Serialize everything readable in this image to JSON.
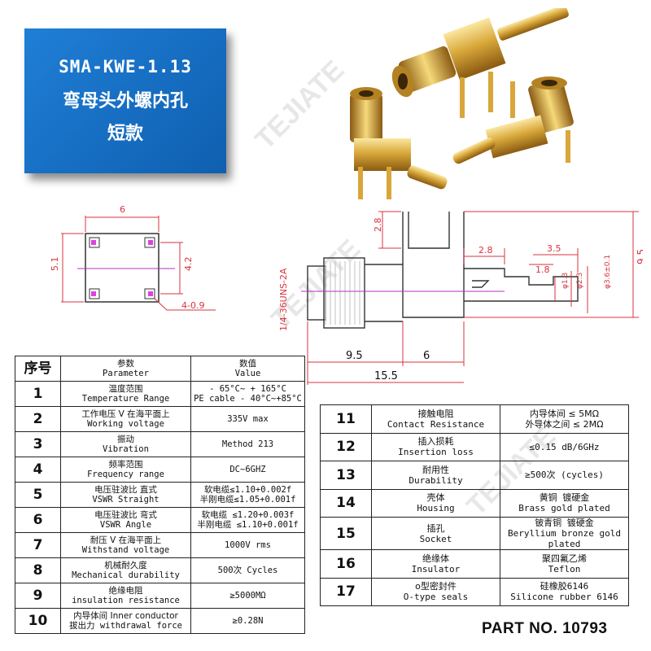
{
  "banner": {
    "line1": "SMA-KWE-1.13",
    "line2": "弯母头外螺内孔",
    "line3": "短款"
  },
  "watermark": "TEJIATE",
  "drawing_front": {
    "dim_width": "6",
    "dim_height": "5.1",
    "dim_inner": "4.2",
    "dim_pins": "4-0.9"
  },
  "drawing_side": {
    "thread": "1/4-36UNS-2A",
    "d1": "2.8",
    "d2": "2.8",
    "d3": "3.5",
    "d4": "1.8",
    "d5": "φ1.3",
    "d6": "φ2.3",
    "d7": "φ3.6±0.1",
    "d8": "9.5",
    "d9": "9.5",
    "d10": "6",
    "d11": "15.5"
  },
  "table1": {
    "header": {
      "no": "序号",
      "param_cn": "参数",
      "param_en": "Parameter",
      "val_cn": "数值",
      "val_en": "Value"
    },
    "rows": [
      {
        "no": "1",
        "cn": "温度范围",
        "en": "Temperature Range",
        "v1": "- 65°C~ + 165°C",
        "v2": "PE cable  - 40°C~+85°C"
      },
      {
        "no": "2",
        "cn": "工作电压 V 在海平面上",
        "en": "Working voltage",
        "v1": "335V max",
        "v2": ""
      },
      {
        "no": "3",
        "cn": "振动",
        "en": "Vibration",
        "v1": "Method 213",
        "v2": ""
      },
      {
        "no": "4",
        "cn": "频率范围",
        "en": "Frequency range",
        "v1": "DC~6GHZ",
        "v2": ""
      },
      {
        "no": "5",
        "cn": "电压驻波比 直式",
        "en": "VSWR Straight",
        "v1": "软电缆≤1.10+0.002f",
        "v2": "半刚电缆≤1.05+0.001f"
      },
      {
        "no": "6",
        "cn": "电压驻波比 弯式",
        "en": "VSWR Angle",
        "v1": "软电缆 ≤1.20+0.003f",
        "v2": "半刚电缆 ≤1.10+0.001f"
      },
      {
        "no": "7",
        "cn": "耐压 V 在海平面上",
        "en": "Withstand voltage",
        "v1": "1000V rms",
        "v2": ""
      },
      {
        "no": "8",
        "cn": "机械耐久度",
        "en": "Mechanical durability",
        "v1": "500次 Cycles",
        "v2": ""
      },
      {
        "no": "9",
        "cn": "绝缘电阻",
        "en": "insulation resistance",
        "v1": "≥5000MΩ",
        "v2": ""
      },
      {
        "no": "10",
        "cn": "内导体间 Inner conductor",
        "en": "拔出力 withdrawal force",
        "v1": "≥0.28N",
        "v2": ""
      }
    ]
  },
  "table2": {
    "rows": [
      {
        "no": "11",
        "cn": "接触电阻",
        "en": "Contact Resistance",
        "v1": "内导体间 ≤ 5MΩ",
        "v2": "外导体之间 ≤ 2MΩ"
      },
      {
        "no": "12",
        "cn": "插入损耗",
        "en": "Insertion loss",
        "v1": "≤0.15 dB/6GHz",
        "v2": ""
      },
      {
        "no": "13",
        "cn": "耐用性",
        "en": "Durability",
        "v1": "≥500次 (cycles)",
        "v2": ""
      },
      {
        "no": "14",
        "cn": "壳体",
        "en": "Housing",
        "v1": "黄铜 镀硬金",
        "v2": "Brass gold plated"
      },
      {
        "no": "15",
        "cn": "插孔",
        "en": "Socket",
        "v1": "铍青铜 镀硬金",
        "v2": "Beryllium bronze gold plated"
      },
      {
        "no": "16",
        "cn": "绝缘体",
        "en": "Insulator",
        "v1": "聚四氟乙烯",
        "v2": "Teflon"
      },
      {
        "no": "17",
        "cn": "o型密封件",
        "en": "O-type seals",
        "v1": "硅橡胶6146",
        "v2": "Silicone rubber 6146"
      }
    ]
  },
  "part_number": "PART NO. 10793"
}
